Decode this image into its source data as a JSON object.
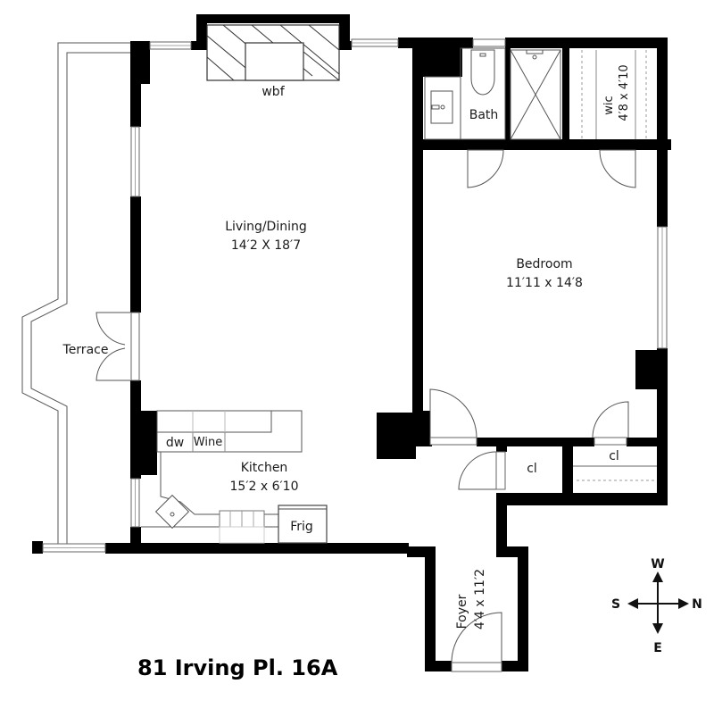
{
  "title": "81 Irving Pl. 16A",
  "rooms": {
    "living": {
      "name": "Living/Dining",
      "size": "14′2 X 18′7"
    },
    "bedroom": {
      "name": "Bedroom",
      "size": "11′11 x 14′8"
    },
    "kitchen": {
      "name": "Kitchen",
      "size": "15′2 x 6′10"
    },
    "foyer": {
      "name": "Foyer",
      "size": "4′4 x 11′2"
    },
    "wic": {
      "name": "wic",
      "size": "4′8 x 4′10"
    },
    "bath": {
      "name": "Bath"
    },
    "terrace": {
      "name": "Terrace"
    },
    "closet1": {
      "name": "cl"
    },
    "closet2": {
      "name": "cl"
    }
  },
  "fixtures": {
    "fireplace": "wbf",
    "dishwasher": "dw",
    "wine": "Wine",
    "fridge": "Frig"
  },
  "compass": {
    "top": "W",
    "bottom": "E",
    "left": "S",
    "right": "N"
  },
  "colors": {
    "wall": "#000000",
    "background": "#ffffff",
    "line": "#333333"
  }
}
